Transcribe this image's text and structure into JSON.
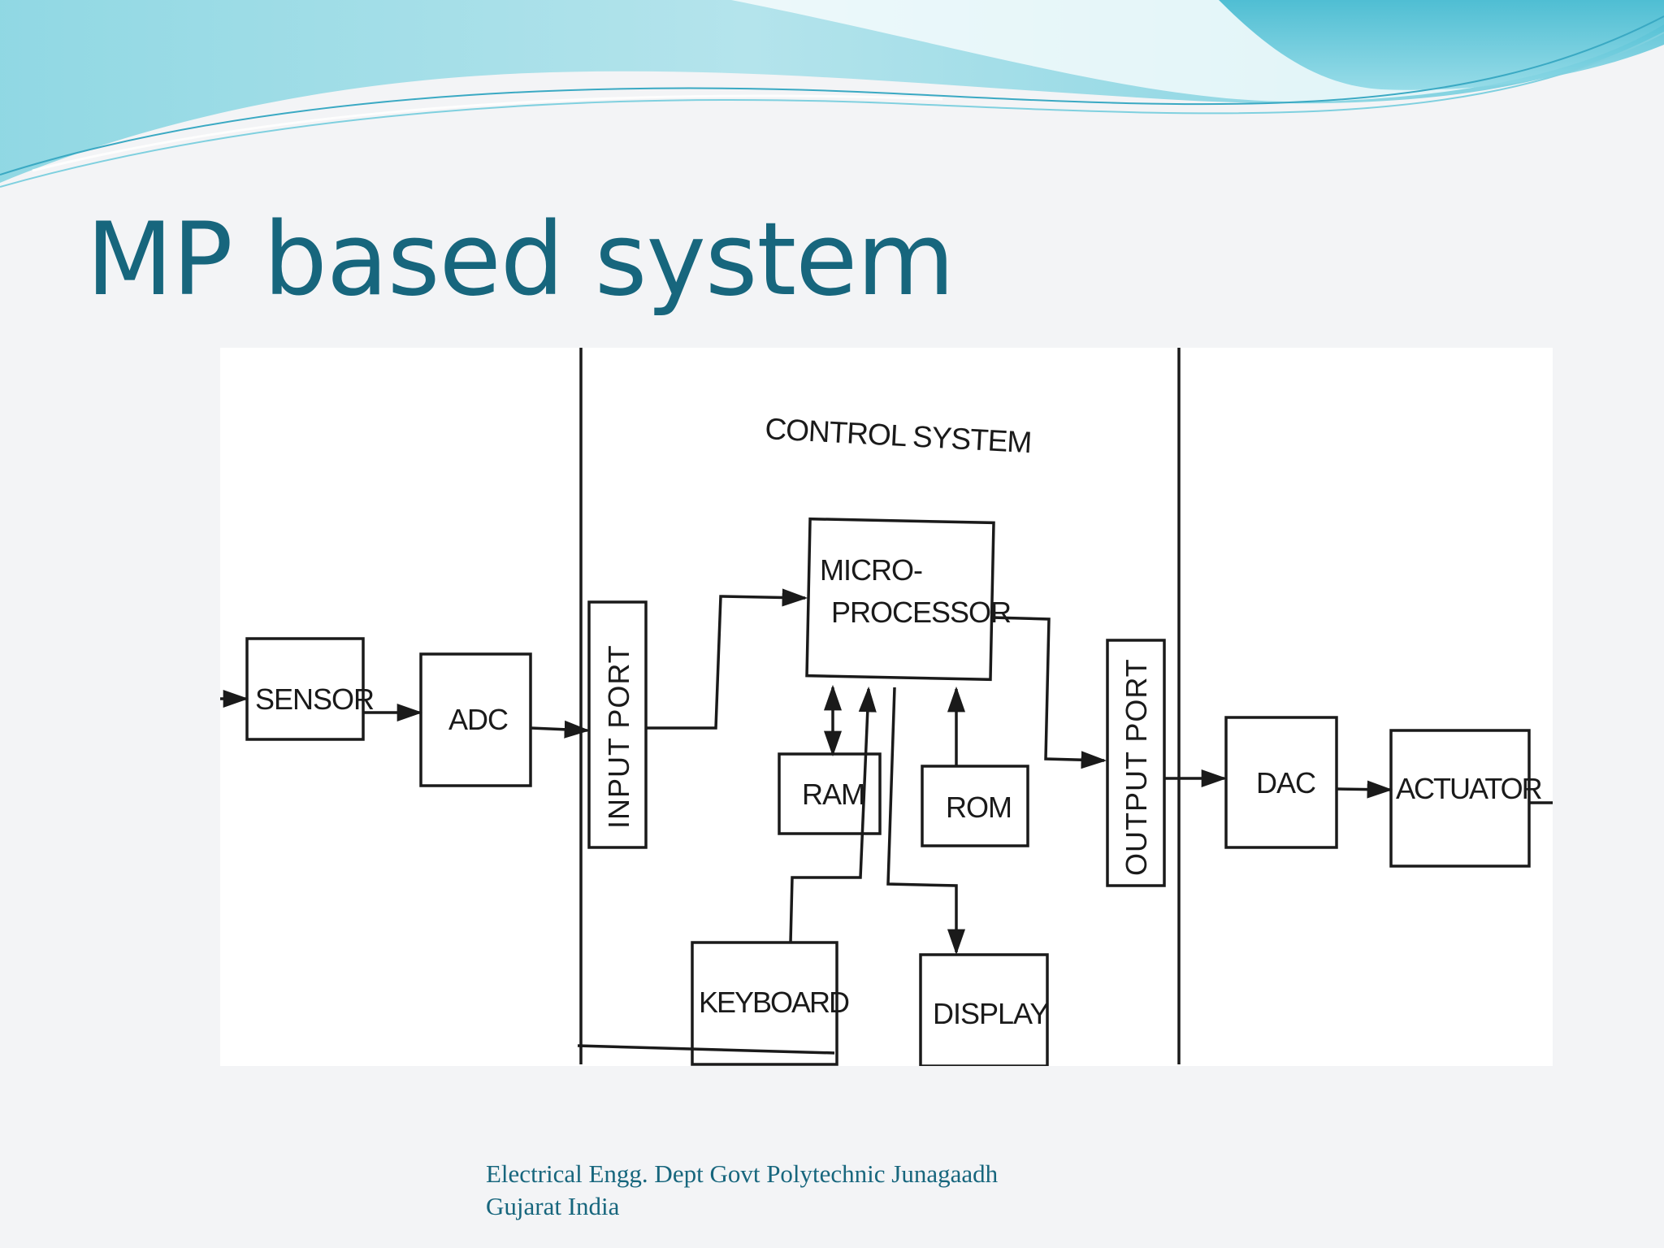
{
  "slide": {
    "title": "MP based system",
    "footer_line1": "Electrical Engg. Dept Govt Polytechnic Junagaadh",
    "footer_line2": "Gujarat India"
  },
  "diagram": {
    "control_system_label": "CONTROL SYSTEM",
    "blocks": {
      "sensor": "SENSOR",
      "adc": "ADC",
      "input_port": "INPUT PORT",
      "microprocessor_line1": "MICRO-",
      "microprocessor_line2": "PROCESSOR",
      "ram": "RAM",
      "rom": "ROM",
      "keyboard": "KEYBOARD",
      "display": "DISPLAY",
      "output_port": "OUTPUT PORT",
      "dac": "DAC",
      "actuator": "ACTUATOR"
    }
  },
  "colors": {
    "title": "#17667d",
    "footer": "#17667d",
    "wave_dark": "#5fc7d8",
    "wave_light": "#bfe8f0"
  }
}
